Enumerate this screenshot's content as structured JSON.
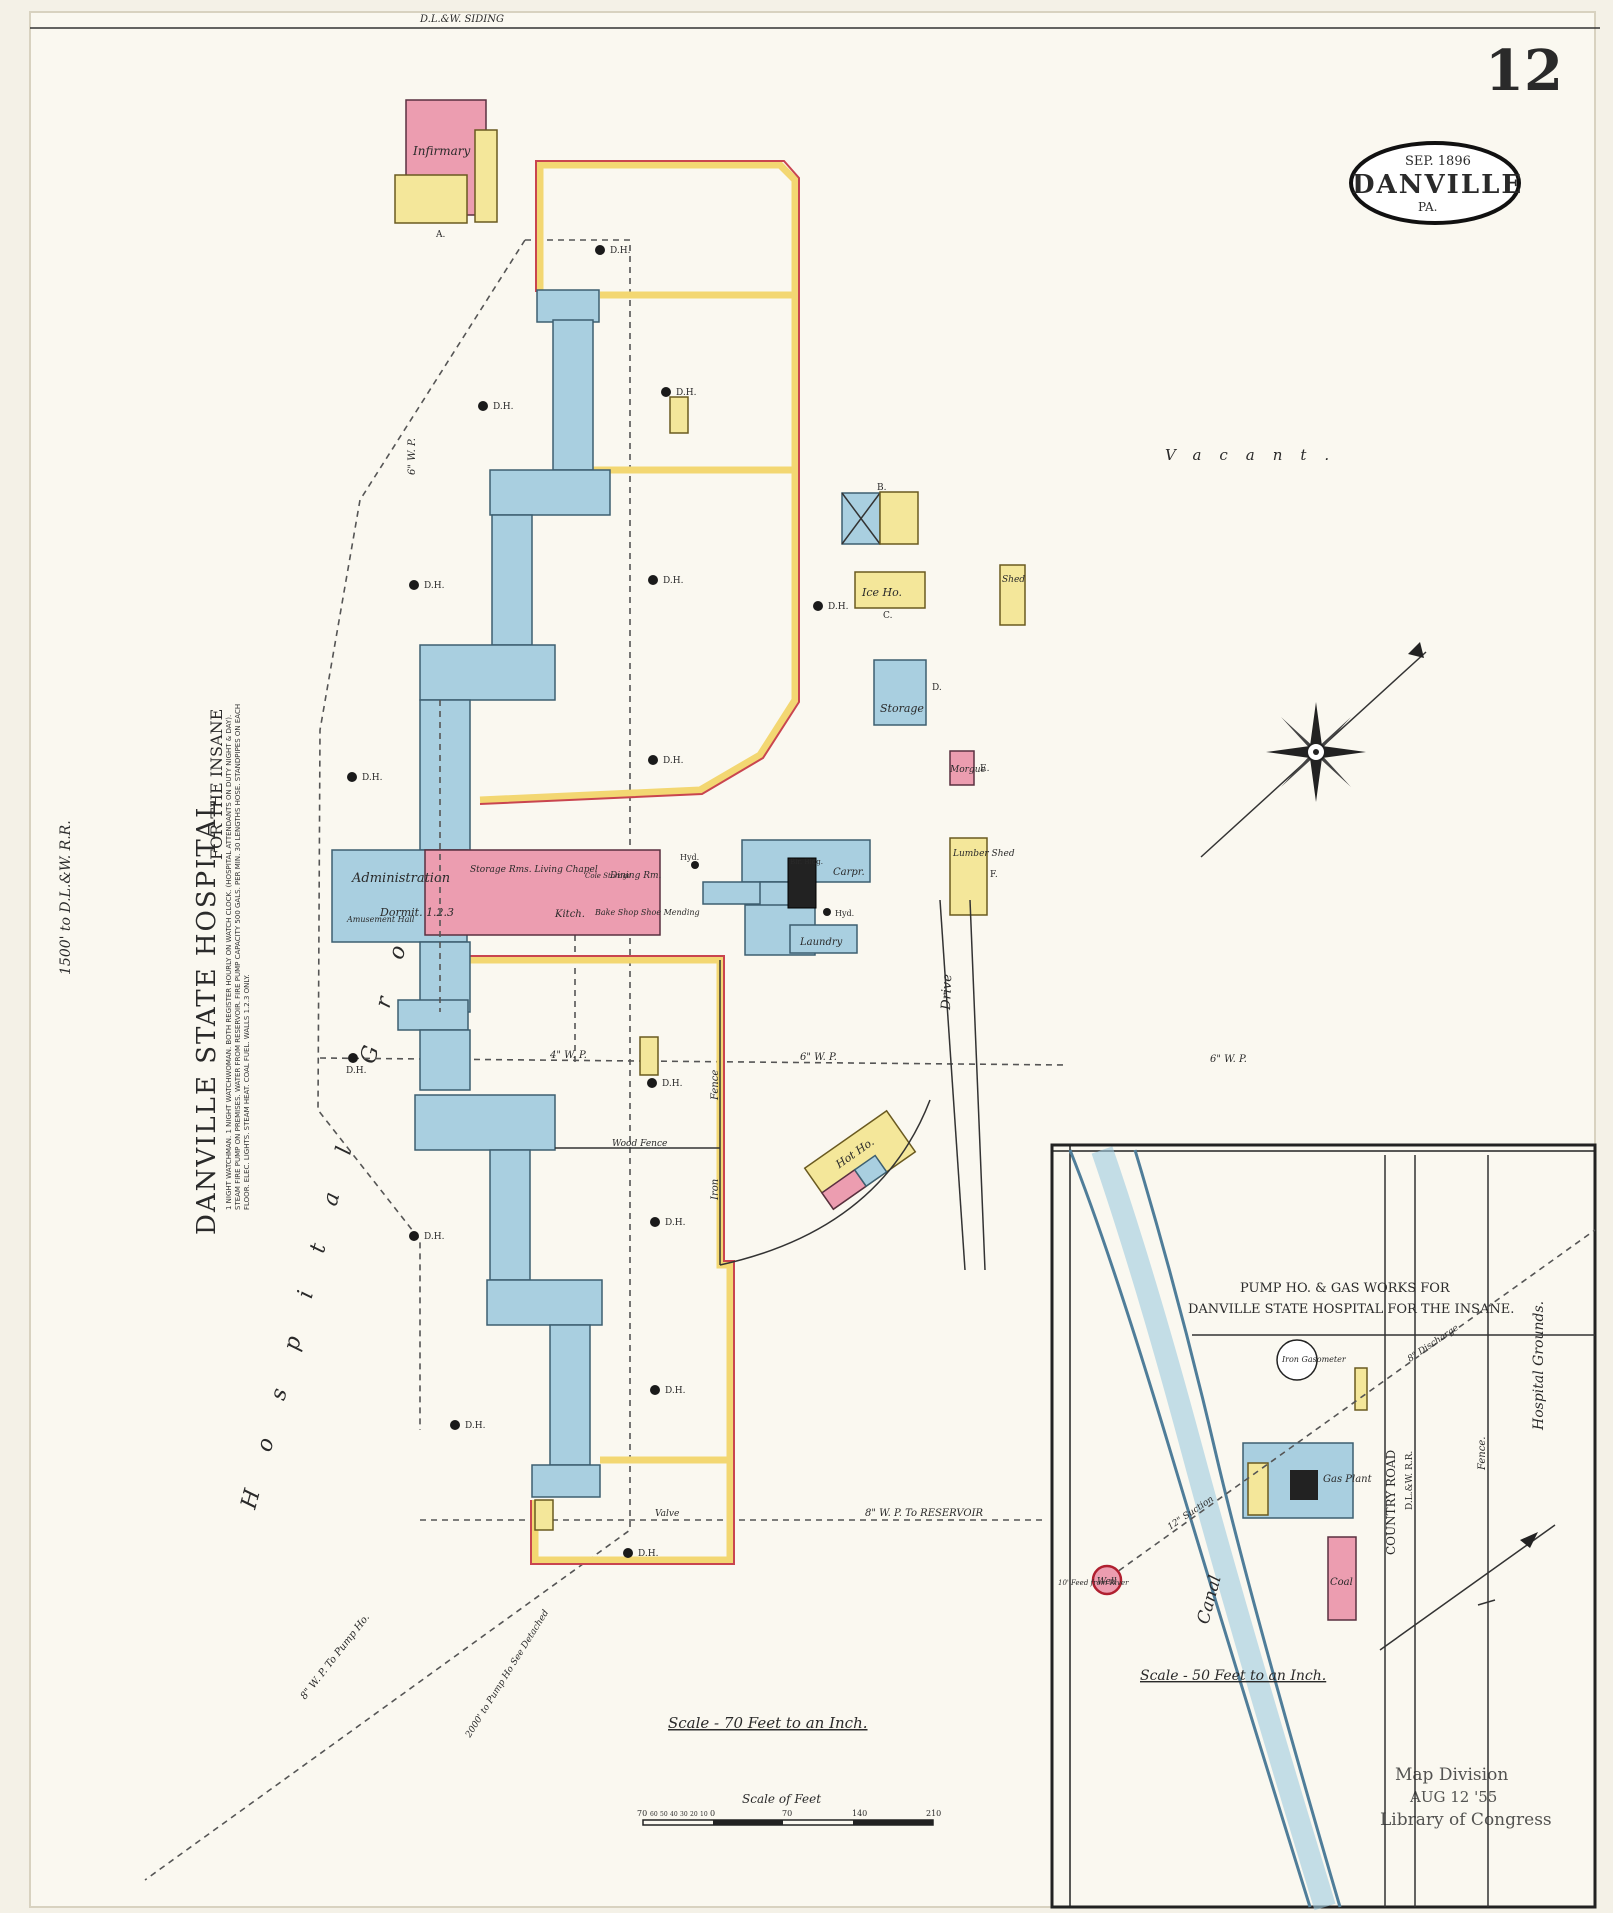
{
  "sheet": {
    "number": "12",
    "town": "DANVILLE",
    "state": "PA.",
    "date": "SEP. 1896",
    "siding": "D.L.&W. SIDING"
  },
  "main_map": {
    "institution": "DANVILLE STATE HOSPITAL",
    "institution_suffix": "FOR THE INSANE",
    "grounds_label": "Hospital Grounds",
    "rr_note": "1500' to D.L.&W. R.R.",
    "vacant": "Vacant.",
    "scale": "Scale - 70 Feet to an Inch.",
    "drive": "Drive",
    "fence": "Fence",
    "iron": "Iron",
    "wood_fence": "Wood Fence",
    "valve": "Valve",
    "pipe_6wp": "6\" W. P.",
    "pipe_4wp": "4\" W. P.",
    "pipe_6wp_c": "6\" W. P.",
    "pipe_reservoir": "8\" W. P. To RESERVOIR",
    "pipe_pump": "8\" W. P. To Pump Ho.",
    "pump_note": "2000' to Pump Ho See Detached",
    "hydrant": "D.H.",
    "hyd": "Hyd.",
    "buildings": {
      "infirmary": "Infirmary",
      "ice_house": "Ice Ho.",
      "storage": "Storage",
      "morgue": "Morgue",
      "shed": "Shed",
      "lumber_shed": "Lumber Shed",
      "administration": "Administration",
      "amusement_hall": "Amusement Hall",
      "dormit": "Dormit. 1.2.3",
      "storage_rms": "Storage Rms. Living Chapel",
      "kitch": "Kitch.",
      "dining": "Dining Rm.",
      "cole_storage": "Cole Storage",
      "bake_shop": "Bake Shop Shoe Mending",
      "carpr": "Carpr.",
      "laundry": "Laundry",
      "hot_ho": "Hot Ho.",
      "boiler": "Blr. Bldg."
    },
    "letters": [
      "A.",
      "B.",
      "C.",
      "D.",
      "E.",
      "F."
    ],
    "notes": "1 NIGHT WATCHMAN. 1 NIGHT WATCHWOMAN. BOTH REGISTER HOURLY ON WATCH CLOCK. (HOSPITAL ATTENDANTS ON DUTY NIGHT & DAY). STEAM FIRE PUMP ON PREMISES. WATER FROM RESERVOIR. FIRE PUMP CAPACITY 500 GALS. PER MIN. 30 LENGTHS HOSE. STANDPIPES ON EACH FLOOR. ELEC. LIGHTS. STEAM HEAT. COAL FUEL. WALLS 1.2.3 ONLY."
  },
  "inset": {
    "title_line1": "PUMP HO. & GAS WORKS FOR",
    "title_line2": "DANVILLE STATE HOSPITAL FOR THE INSANE.",
    "canal": "Canal",
    "country_road": "COUNTRY ROAD",
    "dlw_rr": "D.L.&W. R.R.",
    "fence": "Fence.",
    "hospital_grounds": "Hospital Grounds.",
    "iron_gasometer": "Iron Gasometer",
    "gas_plant": "Gas Plant",
    "coal": "Coal",
    "well": "Well",
    "feed_note": "10' Feed from River",
    "suction": "12\" Suction",
    "discharge": "8\" Discharge",
    "scale": "Scale - 50 Feet to an Inch."
  },
  "scale_bar": {
    "title": "Scale of Feet",
    "ticks": [
      "70",
      "60",
      "50",
      "40",
      "30",
      "20",
      "10",
      "0",
      "70",
      "140",
      "210"
    ]
  },
  "stamp": {
    "line1": "Map Division",
    "line2": "AUG 12 '55",
    "line3": "Library of Congress"
  },
  "colors": {
    "brick": "#ec9db0",
    "iron_clad": "#a9cfe0",
    "frame": "#f4e79a",
    "paper": "#f4f1e7"
  }
}
